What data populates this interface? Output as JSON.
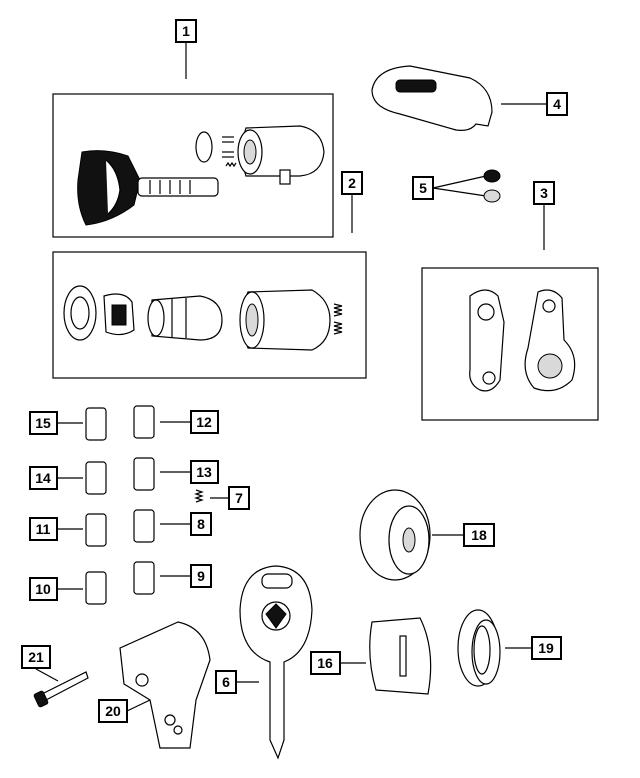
{
  "callouts": {
    "c1": "1",
    "c2": "2",
    "c3": "3",
    "c4": "4",
    "c5": "5",
    "c6": "6",
    "c7": "7",
    "c8": "8",
    "c9": "9",
    "c10": "10",
    "c11": "11",
    "c12": "12",
    "c13": "13",
    "c14": "14",
    "c15": "15",
    "c16": "16",
    "c18": "18",
    "c19": "19",
    "c20": "20",
    "c21": "21"
  }
}
